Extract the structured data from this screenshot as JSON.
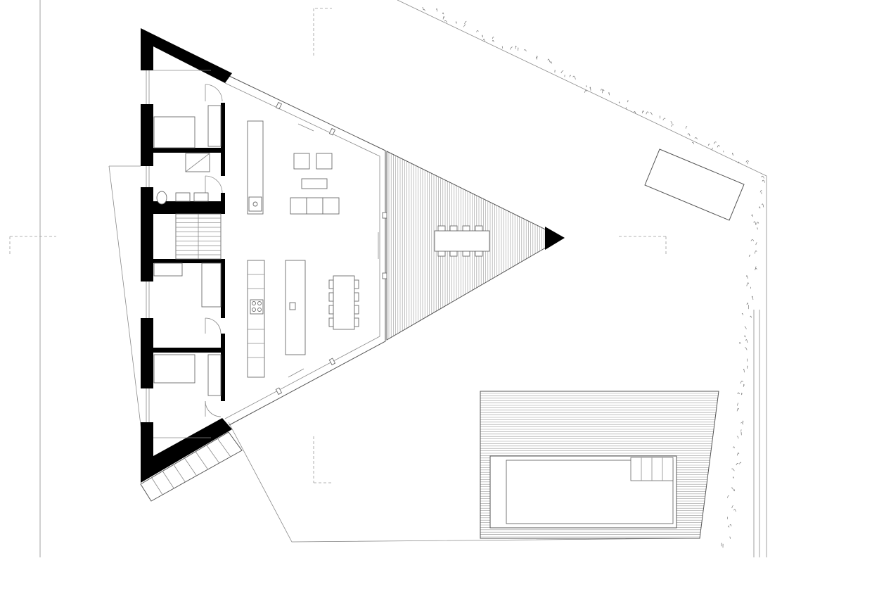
{
  "drawing": {
    "type": "architectural floor plan",
    "colors": {
      "walls": "#000000",
      "lines": "#8a8a8a",
      "background": "#ffffff"
    },
    "icons": [
      "triangle-house-plan",
      "pool-deck",
      "terrace-decking",
      "hedge-boundary",
      "north-point-marker"
    ]
  }
}
